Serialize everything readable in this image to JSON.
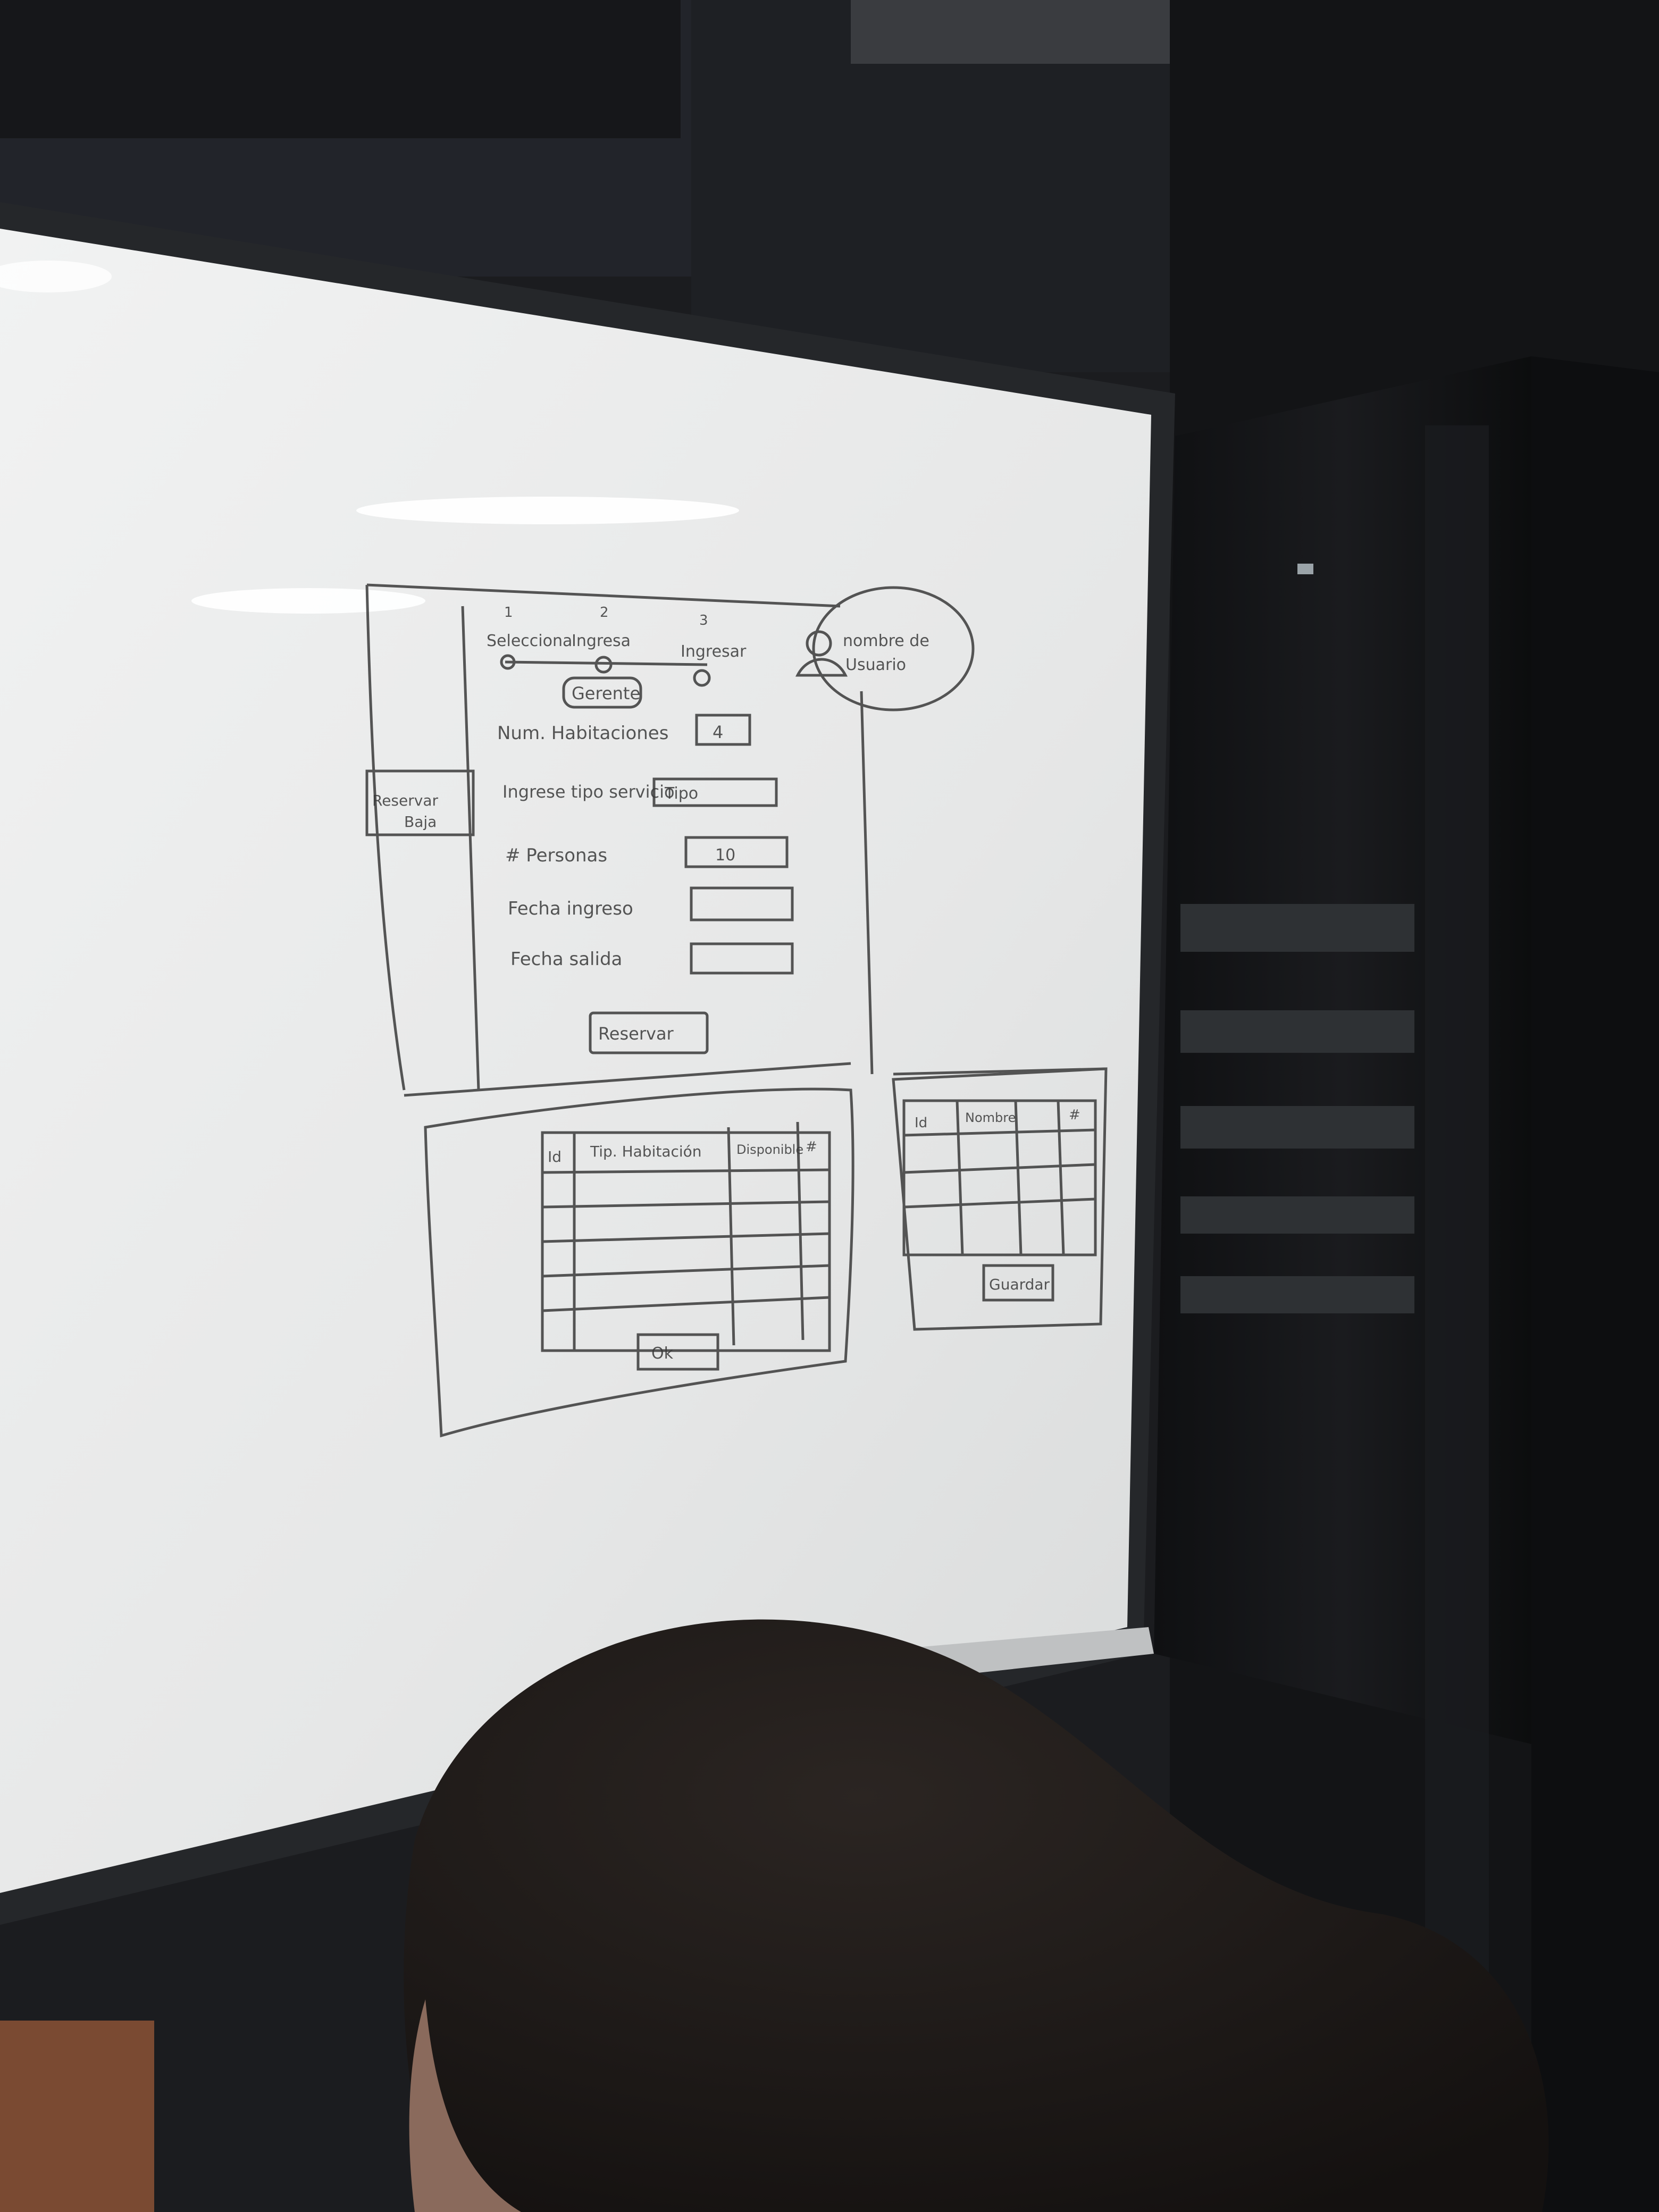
{
  "scene": {
    "description_free": true,
    "colors": {
      "wall_dark": "#1b1c1f",
      "ceiling": "#2a2b2e",
      "whiteboard": "#e9eaea",
      "whiteboard_shadow": "#d6d8d8",
      "frame": "#25272a",
      "marker": "#3a3a3a",
      "rack": "#141517",
      "rack_highlight": "#3d4043",
      "hair": "#1e1a18",
      "skin": "#8a6a5c",
      "box": "#7a4a32"
    }
  },
  "sketch": {
    "stepper": {
      "steps": [
        "1",
        "2",
        "3"
      ],
      "labels": [
        "Selecciona",
        "Ingresa",
        "Ingresar"
      ]
    },
    "user_bubble": {
      "line1": "nombre de",
      "line2": "Usuario"
    },
    "sidebar_label": {
      "line1": "Reservar",
      "line2": "Baja"
    },
    "heading": "Gerente",
    "form": {
      "rows": [
        {
          "label": "Num. Habitaciones",
          "value": "4"
        },
        {
          "label": "Ingrese tipo servicio",
          "value": "Tipo"
        },
        {
          "label": "# Personas",
          "value": "10"
        },
        {
          "label": "Fecha ingreso",
          "value": ""
        },
        {
          "label": "Fecha salida",
          "value": ""
        }
      ],
      "button": "Reservar"
    },
    "table_left": {
      "headers": [
        "Id",
        "Tip. Habitación",
        "Disponible",
        "#"
      ],
      "button": "Ok"
    },
    "table_right": {
      "headers": [
        "Id",
        "Nombre",
        "#"
      ],
      "button": "Guardar"
    }
  }
}
